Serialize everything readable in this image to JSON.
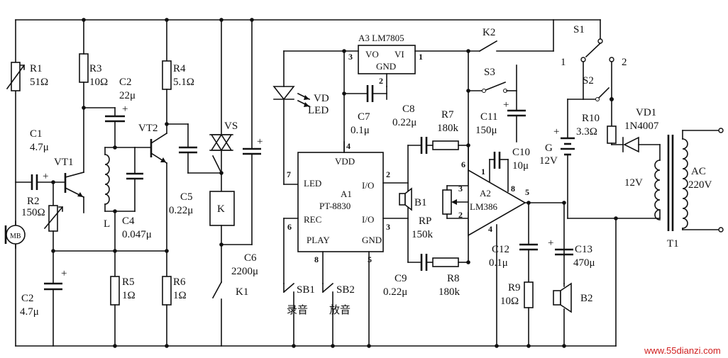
{
  "labels": {
    "R1": "R1",
    "R1_val": "51Ω",
    "R3": "R3",
    "R3_val": "10Ω",
    "C2a": "C2",
    "C2a_val": "22μ",
    "R4": "R4",
    "R4_val": "5.1Ω",
    "VS": "VS",
    "VT2": "VT2",
    "C1": "C1",
    "C1_val": "4.7μ",
    "VT1": "VT1",
    "R2": "R2",
    "R2_val": "150Ω",
    "MB": "MB",
    "L": "L",
    "C4": "C4",
    "C4_val": "0.047μ",
    "C5": "C5",
    "C5_val": "0.22μ",
    "K": "K",
    "C6": "C6",
    "C6_val": "2200μ",
    "K1": "K1",
    "C2b": "C2",
    "C2b_val": "4.7μ",
    "R5": "R5",
    "R5_val": "1Ω",
    "R6": "R6",
    "R6_val": "1Ω",
    "A3": "A3 LM7805",
    "VO": "VO",
    "VI": "VI",
    "GND3": "GND",
    "K2": "K2",
    "S1": "S1",
    "S2": "S2",
    "S3": "S3",
    "pos1": "1",
    "pos2": "2",
    "VD": "VD",
    "LEDlbl": "LED",
    "C7": "C7",
    "C7_val": "0.1μ",
    "C8": "C8",
    "C8_val": "0.22μ",
    "R7": "R7",
    "R7_val": "180k",
    "C11": "C11",
    "C11_val": "150μ",
    "C10": "C10",
    "C10_val": "10μ",
    "A1": "A1",
    "A1_part": "PT-8830",
    "VDD": "VDD",
    "LEDpin": "LED",
    "IO1": "I/O",
    "IO2": "I/O",
    "REC": "REC",
    "PLAY": "PLAY",
    "GNDa1": "GND",
    "B1": "B1",
    "RP": "RP",
    "RP_val": "150k",
    "A2": "A2",
    "A2_part": "LM386",
    "C9": "C9",
    "C9_val": "0.22μ",
    "R8": "R8",
    "R8_val": "180k",
    "C12": "C12",
    "C12_val": "0.1μ",
    "C13": "C13",
    "C13_val": "470μ",
    "R9": "R9",
    "R9_val": "10Ω",
    "B2": "B2",
    "SB1": "SB1",
    "SB1_cn": "录音",
    "SB2": "SB2",
    "SB2_cn": "放音",
    "G": "G",
    "G_val": "12V",
    "R10": "R10",
    "R10_val": "3.3Ω",
    "VD1": "VD1",
    "VD1_part": "1N4007",
    "T1": "T1",
    "V12": "12V",
    "AC": "AC",
    "AC_val": "220V",
    "watermark": "www.55dianzi.com"
  },
  "pins": {
    "a3_3": "3",
    "a3_1": "1",
    "a3_2": "2",
    "a1_4": "4",
    "a1_7": "7",
    "a1_2": "2",
    "a1_3": "3",
    "a1_6": "6",
    "a1_8": "8",
    "a1_5": "5",
    "a2_6": "6",
    "a2_3": "3",
    "a2_2": "2",
    "a2_1": "1",
    "a2_8": "8",
    "a2_5": "5",
    "a2_4": "4"
  }
}
